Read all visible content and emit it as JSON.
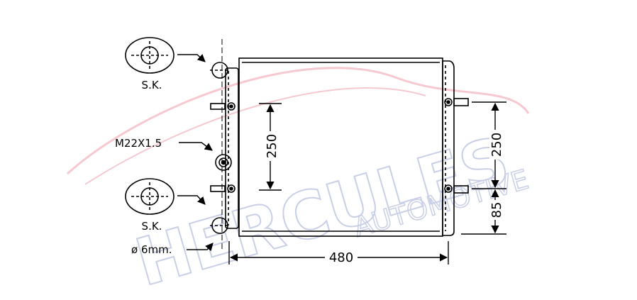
{
  "watermark": {
    "brand": "HERCULES",
    "tagline": "AUTOMOTIVE"
  },
  "labels": {
    "sk_top": "S.K.",
    "sk_bottom": "S.K.",
    "thread": "M22X1.5",
    "diameter": "ø 6mm."
  },
  "dimensions": {
    "center_height": "250",
    "right_height": "250",
    "right_bottom": "85",
    "width": "480"
  }
}
